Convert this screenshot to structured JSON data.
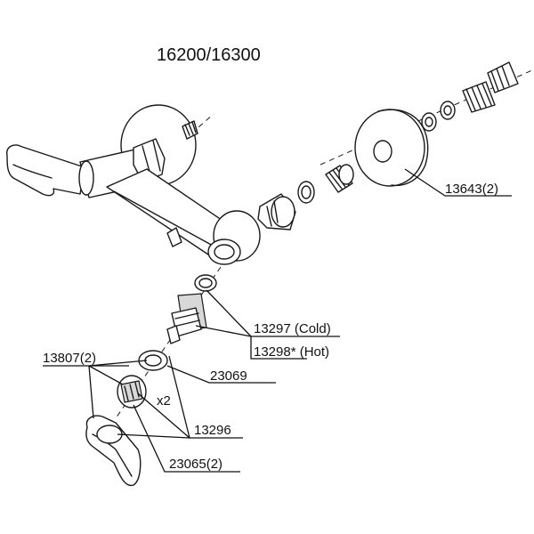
{
  "title": "16200/16300",
  "callouts": {
    "wall_cover": "13643(2)",
    "cold": "13297 (Cold)",
    "hot": "13298* (Hot)",
    "lever_left": "13807(2)",
    "ring": "23069",
    "multiplier": "x2",
    "lever_right": "13296",
    "handle": "23065(2)"
  },
  "colors": {
    "line": "#1a1a1a",
    "background": "#ffffff",
    "shading": "#d8d8d8"
  }
}
